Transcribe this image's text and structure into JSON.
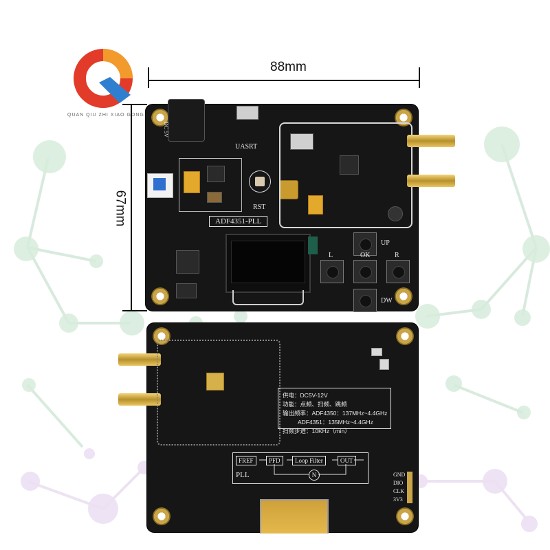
{
  "brand": {
    "logo_letter": "Q",
    "name": "QUAN QIU ZHI XIAO GONG CHANG",
    "colors": {
      "red": "#e23b2a",
      "orange": "#f39a2c",
      "blue": "#2f7fd1"
    }
  },
  "dimensions": {
    "width_label": "88mm",
    "height_label": "67mm"
  },
  "front_board": {
    "title": "ADF4351-PLL",
    "power_label": "DC 5V",
    "uart_label": "UASRT",
    "reset_label": "RST",
    "buttons": [
      "UP",
      "L",
      "OK",
      "R",
      "DW"
    ]
  },
  "back_board": {
    "spec_lines": [
      "供电：DC5V-12V",
      "功能：点频、扫频、跳频",
      "输出频率：ADF4350：137MHz~4.4GHz",
      "ADF4351：135MHz~4.4GHz",
      "扫频步进：10KHz（min）"
    ],
    "diagram": {
      "label": "PLL",
      "blocks": [
        "FREF",
        "PFD",
        "Loop Filter",
        "OUT"
      ],
      "divider": "N"
    },
    "pins": [
      "GND",
      "DIO",
      "CLK",
      "3V3"
    ]
  }
}
